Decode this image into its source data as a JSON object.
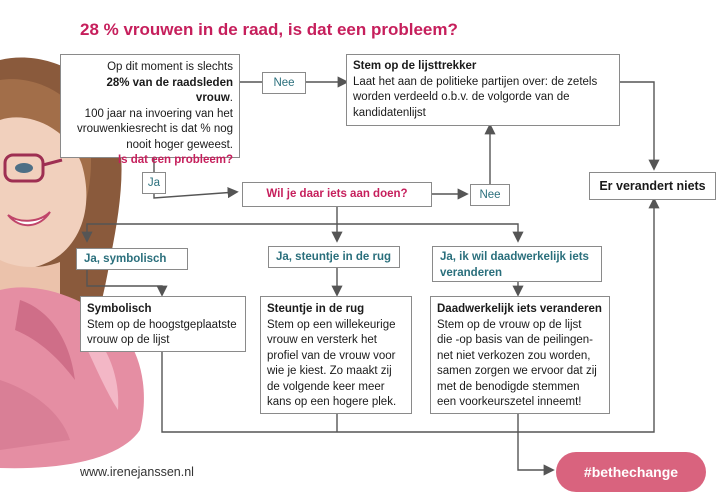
{
  "title": "28 % vrouwen in de raad, is dat een probleem?",
  "intro": {
    "line1": "Op dit moment is slechts",
    "line2_bold": "28% van de raadsleden vrouw",
    "line2_end": ".",
    "line3": "100 jaar na invoering van het",
    "line4": "vrouwenkiesrecht is dat % nog",
    "line5": "nooit hoger geweest.",
    "question": "Is dat een probleem?"
  },
  "labels": {
    "nee_top": "Nee",
    "ja": "Ja",
    "nee_mid": "Nee",
    "question_action": "Wil je daar iets aan doen?"
  },
  "lijsttrekker": {
    "title": "Stem op de lijsttrekker",
    "line1": "Laat het aan de politieke partijen over: de zetels",
    "line2": "worden verdeeld o.b.v. de volgorde van de",
    "line3": "kandidatenlijst"
  },
  "outcome_none": "Er verandert niets",
  "options": {
    "symbolisch": "Ja, symbolisch",
    "steuntje": "Ja, steuntje in de rug",
    "daadwerkelijk_1": "Ja, ik wil daadwerkelijk iets",
    "daadwerkelijk_2": "veranderen"
  },
  "box_symbolisch": {
    "title": "Symbolisch",
    "line1": "Stem op de hoogstgeplaatste",
    "line2": "vrouw op de lijst"
  },
  "box_steuntje": {
    "title": "Steuntje in de rug",
    "line1": "Stem op een willekeurige",
    "line2": "vrouw en versterk het",
    "line3": "profiel van de vrouw voor",
    "line4": "wie je kiest. Zo maakt zij",
    "line5": "de volgende keer meer",
    "line6": "kans op een hogere plek."
  },
  "box_daadwerkelijk": {
    "title": "Daadwerkelijk iets veranderen",
    "line1": "Stem op de vrouw op de lijst",
    "line2": "die -op basis van de peilingen-",
    "line3": "net niet verkozen zou worden,",
    "line4": "samen zorgen we ervoor dat zij",
    "line5": "met de benodigde stemmen",
    "line6": "een voorkeurszetel inneemt!"
  },
  "footer": "www.irenejanssen.nl",
  "hashtag": "#bethechange",
  "colors": {
    "accent": "#c61f5c",
    "teal": "#2a6f7c",
    "badge": "#d9637e",
    "line": "#555555"
  }
}
